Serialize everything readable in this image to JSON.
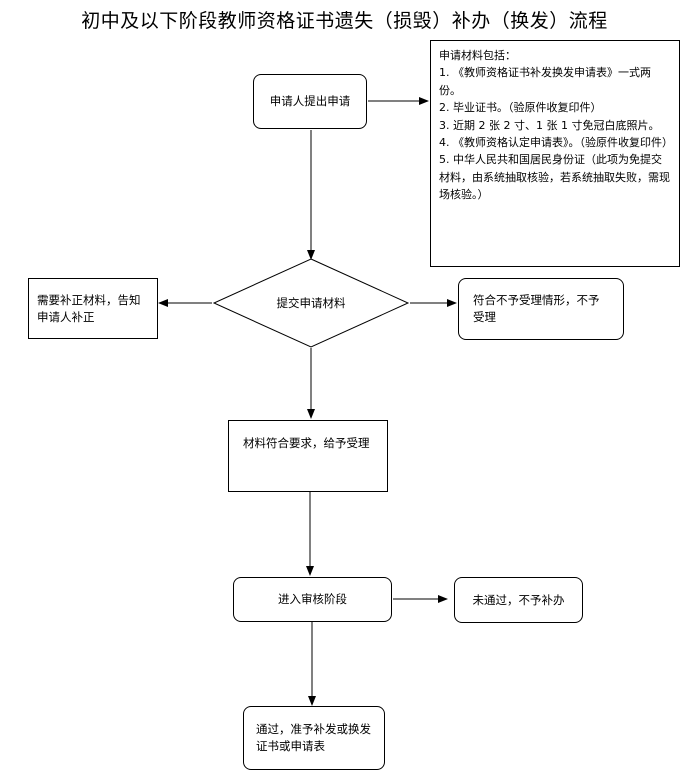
{
  "title": "初中及以下阶段教师资格证书遗失（损毁）补办（换发）流程",
  "nodes": {
    "apply": "申请人提出申请",
    "materials_heading": "申请材料包括：",
    "materials": [
      "1. 《教师资格证书补发换发申请表》一式两份。",
      "2. 毕业证书。（验原件收复印件）",
      "3. 近期 2 张 2 寸、1 张 1 寸免冠白底照片。",
      "4. 《教师资格认定申请表》。（验原件收复印件）",
      "5. 中华人民共和国居民身份证（此项为免提交材料，由系统抽取核验，若系统抽取失败，需现场核验。）"
    ],
    "submit": "提交申请材料",
    "supplement": "需要补正材料，告知申请人补正",
    "reject": "符合不予受理情形，不予受理",
    "accept": "材料符合要求，给予受理",
    "review": "进入审核阶段",
    "fail": "未通过，不予补办",
    "pass": "通过，准予补发或换发证书或申请表"
  }
}
